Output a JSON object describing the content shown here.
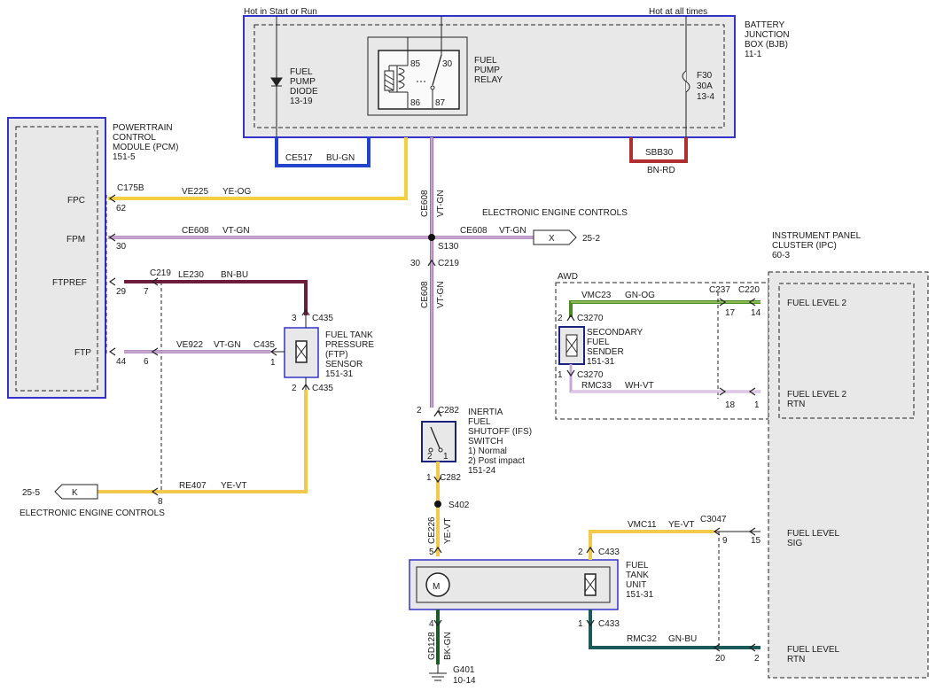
{
  "colors": {
    "module_border": "#3333cc",
    "module_fill": "#e8e8e8",
    "wire_ye_og": "#f4d03f",
    "wire_ye_vt": "#f2c94c",
    "wire_vt_gn": "#a070b0",
    "wire_bn_rd": "#b03030",
    "wire_bu_gn": "#2244cc",
    "wire_bn_bu": "#6b1d3a",
    "wire_gn_og": "#4a8a20",
    "wire_wh_vt": "#c8a6d6",
    "wire_bk_gn": "#1d5a2a",
    "wire_gn_bu": "#1a5a5a"
  },
  "bjb": {
    "hot_start_run": "Hot in Start or Run",
    "hot_all_times": "Hot at all times",
    "title": [
      "BATTERY",
      "JUNCTION",
      "BOX (BJB)",
      "11-1"
    ],
    "diode": [
      "FUEL",
      "PUMP",
      "DIODE",
      "13-19"
    ],
    "relay": [
      "FUEL",
      "PUMP",
      "RELAY"
    ],
    "relay_pins": {
      "p85": "85",
      "p30": "30",
      "p86": "86",
      "p87": "87"
    },
    "fuse": [
      "F30",
      "30A",
      "13-4"
    ],
    "ce517": "CE517",
    "ce517_color": "BU-GN",
    "sbb30": "SBB30",
    "sbb30_color": "BN-RD"
  },
  "pcm": {
    "title": [
      "POWERTRAIN",
      "CONTROL",
      "MODULE (PCM)",
      "151-5"
    ],
    "fpc": "FPC",
    "fpm": "FPM",
    "ftpref": "FTPREF",
    "ftp": "FTP",
    "c175b": "C175B",
    "pin62": "62",
    "pin30": "30",
    "pin29": "29",
    "pin44": "44",
    "c219": "C219",
    "pin7": "7",
    "pin6": "6",
    "pin8": "8"
  },
  "wires": {
    "ve225": "VE225",
    "ye_og": "YE-OG",
    "ce608": "CE608",
    "vt_gn": "VT-GN",
    "le230": "LE230",
    "bn_bu": "BN-BU",
    "ve922": "VE922",
    "c435": "C435",
    "re407": "RE407",
    "ye_vt": "YE-VT",
    "ce226": "CE226",
    "gd128": "GD128",
    "bk_gn": "BK-GN",
    "vmc23": "VMC23",
    "gn_og": "GN-OG",
    "rmc33": "RMC33",
    "wh_vt": "WH-VT",
    "vmc11": "VMC11",
    "rmc32": "RMC32",
    "gn_bu": "GN-BU"
  },
  "splices": {
    "s130": "S130",
    "s402": "S402",
    "c219_pin30": "30",
    "c219": "C219"
  },
  "refs": {
    "eec_top": "ELECTRONIC ENGINE CONTROLS",
    "x": "X",
    "x_page": "25-2",
    "k": "K",
    "k_page": "25-5",
    "eec_bottom": "ELECTRONIC ENGINE CONTROLS"
  },
  "ftp_sensor": {
    "title": [
      "FUEL TANK",
      "PRESSURE",
      "(FTP)",
      "SENSOR",
      "151-31"
    ],
    "pin3": "3",
    "pin1": "1",
    "pin2": "2",
    "c435": "C435"
  },
  "ifs": {
    "title": [
      "INERTIA",
      "FUEL",
      "SHUTOFF (IFS)",
      "SWITCH",
      "1) Normal",
      "2) Post impact",
      "151-24"
    ],
    "c282": "C282",
    "pin2": "2",
    "pin1": "1",
    "inner2": "2",
    "inner1": "1"
  },
  "fuel_tank_unit": {
    "title": [
      "FUEL",
      "TANK",
      "UNIT",
      "151-31"
    ],
    "motor": "M",
    "pin5": "5",
    "pin4": "4",
    "pin2": "2",
    "pin1": "1",
    "c433": "C433",
    "g401": "G401",
    "g401_page": "10-14"
  },
  "awd": {
    "label": "AWD",
    "sender": [
      "SECONDARY",
      "FUEL",
      "SENDER",
      "151-31"
    ],
    "c3270": "C3270",
    "pin2": "2",
    "pin1": "1",
    "c237": "C237",
    "c220": "C220",
    "pin17": "17",
    "pin14": "14",
    "pin18": "18",
    "pin1b": "1"
  },
  "ipc": {
    "title": [
      "INSTRUMENT PANEL",
      "CLUSTER (IPC)",
      "60-3"
    ],
    "fl2": "FUEL LEVEL 2",
    "fl2rtn": [
      "FUEL LEVEL 2",
      "RTN"
    ],
    "flsig": [
      "FUEL LEVEL",
      "SIG"
    ],
    "flrtn": [
      "FUEL LEVEL",
      "RTN"
    ],
    "c3047": "C3047",
    "pin9": "9",
    "pin15": "15",
    "pin20": "20",
    "pin2": "2"
  }
}
